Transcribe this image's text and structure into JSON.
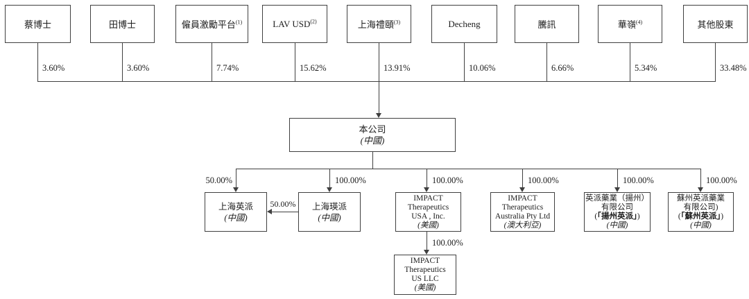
{
  "shareholders": [
    {
      "name": "蔡博士",
      "sup": "",
      "pct": "3.60%"
    },
    {
      "name": "田博士",
      "sup": "",
      "pct": "3.60%"
    },
    {
      "name": "僱員激勵平台",
      "sup": "(1)",
      "pct": "7.74%"
    },
    {
      "name": "LAV USD",
      "sup": "(2)",
      "pct": "15.62%"
    },
    {
      "name": "上海禮頤",
      "sup": "(3)",
      "pct": "13.91%"
    },
    {
      "name": "Decheng",
      "sup": "",
      "pct": "10.06%"
    },
    {
      "name": "騰訊",
      "sup": "",
      "pct": "6.66%"
    },
    {
      "name": "華嶺",
      "sup": "(4)",
      "pct": "5.34%"
    },
    {
      "name": "其他股東",
      "sup": "",
      "pct": "33.48%"
    }
  ],
  "company": {
    "name": "本公司",
    "jurisdiction": "(中國)"
  },
  "subsidiaries": [
    {
      "lines": [
        "上海英派"
      ],
      "jurisdiction": "(中國)",
      "pct": "50.00%"
    },
    {
      "lines": [
        "上海瑛派"
      ],
      "jurisdiction": "(中國)",
      "pct": "100.00%"
    },
    {
      "lines": [
        "IMPACT",
        "Therapeutics",
        "USA , Inc."
      ],
      "jurisdiction": "(美國)",
      "pct": "100.00%"
    },
    {
      "lines": [
        "IMPACT",
        "Therapeutics",
        "Australia Pty Ltd"
      ],
      "jurisdiction": "(澳大利亞)",
      "pct": "100.00%"
    },
    {
      "lines": [
        "英派藥業（揚州）",
        "有限公司"
      ],
      "alias_open": "(",
      "alias": "「揚州英派」",
      "alias_close": ")",
      "jurisdiction": "(中國)",
      "pct": "100.00%"
    },
    {
      "lines": [
        "蘇州英派藥業",
        "有限公司)"
      ],
      "alias_open": "(",
      "alias": "「蘇州英派」",
      "alias_close": ")",
      "jurisdiction": "(中國)",
      "pct": "100.00%"
    }
  ],
  "intercompany": {
    "pct": "50.00%"
  },
  "us_llc": {
    "lines": [
      "IMPACT",
      "Therapeutics",
      "US LLC"
    ],
    "jurisdiction": "(美國)",
    "pct": "100.00%"
  }
}
